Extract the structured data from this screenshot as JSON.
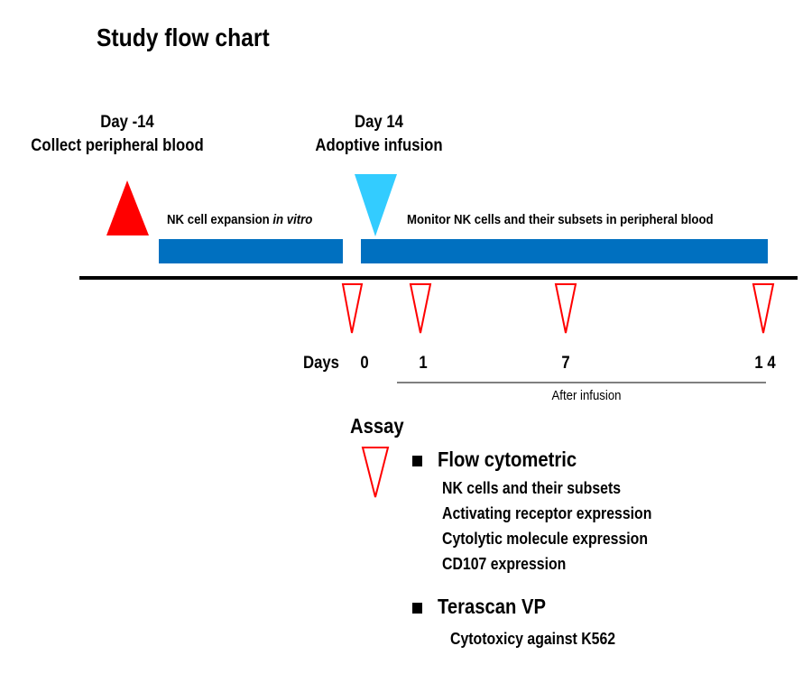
{
  "title": "Study flow chart",
  "events": {
    "collect": {
      "day": "Day -14",
      "label": "Collect peripheral blood",
      "color": "#ff0000"
    },
    "infusion": {
      "day": "Day 14",
      "label": "Adoptive infusion",
      "color": "#33ccff"
    }
  },
  "phases": {
    "expansion": {
      "label": "NK cell expansion ",
      "label_italic": "in vitro",
      "color": "#0070c0"
    },
    "monitor": {
      "label": "Monitor NK cells and their subsets in peripheral blood",
      "color": "#0070c0"
    }
  },
  "timeline": {
    "days_label": "Days",
    "ticks": [
      "0",
      "1",
      "7",
      "1 4"
    ],
    "after_infusion_label": "After infusion",
    "marker_color": "#ff0000"
  },
  "assay": {
    "title": "Assay",
    "groups": [
      {
        "heading": "Flow cytometric",
        "items": [
          "NK cells and their subsets",
          "Activating receptor expression",
          "Cytolytic molecule expression",
          "CD107 expression"
        ]
      },
      {
        "heading": "Terascan VP",
        "items": [
          "Cytotoxicy against K562"
        ]
      }
    ]
  }
}
